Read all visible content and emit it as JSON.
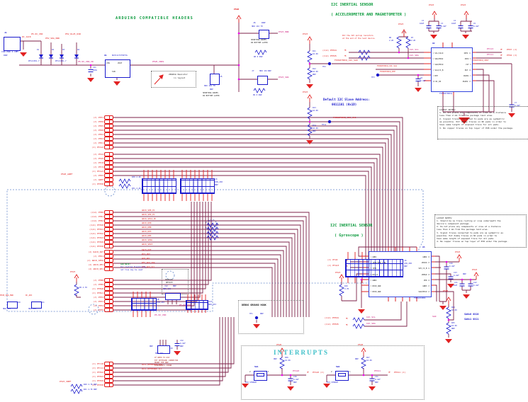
{
  "titles": {
    "arduino": "ARDUINO COMPATIBLE HEADERS",
    "accel_title": "I2C INERTIAL SENSOR",
    "accel_sub": "( ACCELEROMETER AND MAGNETOMETER )",
    "gyro_title": "I2C INERTIAL SENSOR",
    "gyro_sub": "( Gyroscope )",
    "interrupts": "INTERRUPTS",
    "debug": "DEBUG GROUND HOOK"
  },
  "power": {
    "jack_ref": "J1",
    "jack_value": "CON PWR 2.1MM",
    "jack_dnp": "DNP",
    "net_dc_jack": "DC_JACK",
    "diode_value": "DFLS130L-7",
    "diode_refs": [
      "D1",
      "D2",
      "D3",
      "D4"
    ],
    "rail_nets": [
      "P5-9V_VIN",
      "P5V_SDA_PWR",
      "P5V_KL25_USB"
    ],
    "net_vr": "P5-9V_VIN_VR",
    "cap_ref": "C41",
    "cap_val": "100n",
    "reg_ref": "U1",
    "reg_val": "NCP1117ST50T3G",
    "reg_vin": "VIN",
    "reg_vout": "VOUT",
    "reg_tab": "TAB",
    "net_5v": "P5V0_VDDS",
    "p5v0": "P5V0",
    "res_note": [
      "20mOhm Resistor",
      "in layout"
    ]
  },
  "jumpers": {
    "j5": {
      "ref": "J5",
      "val": "HDR 1X2 TH",
      "dnp": "DNP",
      "note": [
        "SHORTING WIRES",
        "IN BOTTOM LAYER"
      ]
    },
    "j6": {
      "ref": "J6",
      "val": "HDR 1X2 TH",
      "dnp": "DNP",
      "net": "P3V3_HDR",
      "res": "R8  0  DNP",
      "note": [
        "SHORTING WIRES",
        "IN BOTTOM LAYER"
      ]
    },
    "j7": {
      "ref": "J7",
      "val": "HDR 1X2",
      "dnp": "DNP",
      "net": "P3V3_SDA",
      "res": "R9  0  DNP"
    }
  },
  "sa_pull": {
    "p3v3": "P3V3",
    "tp2": "TP2",
    "tp11": "TP11",
    "net_sa0": "FXOS8700CQ_I2C_SA0",
    "net_sa1": "FXOS8700CQ_I2C_SA1",
    "c1": {
      "r_top": "R11",
      "v_top": "10.0K",
      "r_bot": "R12",
      "v_bot": "10.0K",
      "dnp": "DNP"
    },
    "c2": {
      "r_top": "R13",
      "v_top": "10.0K",
      "r_bot": "R14",
      "v_bot": "10.0K",
      "dnp": "DNP"
    }
  },
  "accel": {
    "pullup_note": [
      "Put the I2C pullup resistors",
      "at the end of the last device."
    ],
    "p3v3": "P3V3",
    "r6": "R6",
    "r6v": "2.2K",
    "r7": "R7",
    "r7v": "2.2K",
    "sig_scl": "(J/A) PTE24",
    "sig_sda": "(J/A) PTE25",
    "net_scl": "I2C_SCL",
    "net_sda": "I2C_SDA",
    "net_byp": "FXOS8700CQ_BYP",
    "tp3": "TP3",
    "c6": "C6",
    "c6v": "0.1UF",
    "caps": [
      {
        "r": "C2",
        "v": "10UF"
      },
      {
        "r": "C3",
        "v": "0.1UF"
      },
      {
        "r": "C4",
        "v": "10UF"
      },
      {
        "r": "C5",
        "v": "0.1UF"
      }
    ],
    "chip": {
      "ref": "U2",
      "name": "FXOS8700CQ",
      "left": [
        {
          "n": "4",
          "p": "SCL/SCLK"
        },
        {
          "n": "6",
          "p": "SDA/MOSI"
        },
        {
          "n": "7",
          "p": "SA0/MISO"
        },
        {
          "n": "1",
          "p": "SA1/CS_B"
        },
        {
          "n": "2",
          "p": "BYP"
        },
        {
          "n": "18",
          "p": "NC_IN"
        }
      ],
      "right": [
        {
          "n": "11",
          "p": "INT1"
        },
        {
          "n": "9",
          "p": "INT2"
        },
        {
          "n": "8",
          "p": "CST"
        },
        {
          "n": "16",
          "p": "RST"
        },
        {
          "n": "3",
          "p": "RSVD1"
        },
        {
          "n": "13",
          "p": "RSVD2"
        }
      ]
    },
    "net_int1": "PTC13",
    "lbl_int1": "PTD7 (J)",
    "net_int2": "PTC11",
    "lbl_int2": "PTD4 (J)",
    "net_rst": "FXOS8700CQ_CRST",
    "c7": "C7",
    "c7v": "0.1UF",
    "addr": [
      "Default I2C Slave Address:",
      "0011101 (0x1D)"
    ],
    "notes": [
      "LAYOUT NOTES:",
      "1. Do not place any components or vias at a distance",
      "   less than 2 mm from the package land area.",
      "2. Signal traces connected to pads are as symmetric",
      "   as possible. Put dummy traces on NC pads in order to",
      "   have same length of exposed trace for all pads.",
      "3. No copper traces on top layer of PCB under the package."
    ]
  },
  "gyro": {
    "chip": {
      "ref": "U3",
      "name": "FXAS21002",
      "left": [
        {
          "n": "1",
          "p": "GND1"
        },
        {
          "n": "2",
          "p": "INT2/PWR_CTRL"
        },
        {
          "n": "3",
          "p": "INT1"
        },
        {
          "n": "4",
          "p": "RST_B"
        },
        {
          "n": "5",
          "p": "GND2"
        },
        {
          "n": "6",
          "p": "RSVD_GND"
        },
        {
          "n": "7",
          "p": "RSVD_GND"
        }
      ],
      "right": [
        {
          "n": "16",
          "p": "GND4"
        },
        {
          "n": "15",
          "p": "VDDIO"
        },
        {
          "n": "14",
          "p": "SPI_CS_B"
        },
        {
          "n": "18",
          "p": "VREGD"
        },
        {
          "n": "19",
          "p": "VDD"
        },
        {
          "n": "13",
          "p": "GND3"
        },
        {
          "n": "12",
          "p": "SA0/MISO"
        }
      ]
    },
    "sig_int2": "(J) PTA5",
    "sig_int1": "(J) PTA13",
    "p3v3": "P3V3",
    "p5v0": "P5V0",
    "r16": "R16",
    "r16v": "4.7K",
    "c20": "C20",
    "c20v": "0.1UF",
    "c23": "C23",
    "c23v": "0.1UF",
    "c23dnp": "DNP",
    "c21": "C21",
    "c21v": "10UF",
    "c22": "C22",
    "c22v": "0.1UF",
    "sig_scl": "(J/A) PTE24",
    "sig_sda": "(J/A) PTE25",
    "net_scl": "I2C_SCL",
    "net_sda": "I2C_SDA",
    "net_sa0": "SA0",
    "r24": "R24",
    "r24v": "10.0K",
    "r25": "R25",
    "r25v": "10.0K",
    "r25dnp": "DNP",
    "addr": [
      "SA0=0   0X20",
      "SA0=1   0X21"
    ],
    "notes": [
      "LAYOUT NOTES:",
      "1. Should be no trace routing or vias underneath the",
      "   device's component package.",
      "2. Do not place any components or vias at a distance",
      "   less than 2 mm from the package land area.",
      "3. Signal traces connected to pads are as symmetric as",
      "   possible. Put dummy traces on NC pads in order to",
      "   have same length of exposed trace for all pads.",
      "4. No copper traces on top layer of PCB under the package."
    ]
  },
  "interrupts": {
    "sw1": {
      "ref": "SW1",
      "val": "EVQ_STNDGM",
      "p5v0": "P5V0",
      "rref": "R26",
      "rval": "10.0K",
      "rdnp": "DNP",
      "cref": "C30",
      "cval": "0.1UF",
      "cdnp": "DNP",
      "net": "PTA10",
      "lbl": "PTA10 (J)",
      "p1": "1",
      "p2": "2"
    },
    "sw2": {
      "ref": "SW2",
      "val": "EVQ_STNDGM",
      "p5v0": "P5V0",
      "rref": "R27",
      "rval": "10.0K",
      "rdnp": "DNP",
      "cref": "C31",
      "cval": "0.1UF",
      "cdnp": "DNP",
      "net": "PTD11",
      "lbl": "PTD11 (J)",
      "p1": "1",
      "p2": "2"
    }
  },
  "debug": {
    "tp": "TP1",
    "dnp": "DNP"
  },
  "harness": {
    "groupA": [
      "(J) PTE1",
      "(J) PTE0",
      "(J) PTD5",
      "(J) PTD0",
      "(J) PTD2",
      "(J) PTD3",
      "(J) PTD1",
      "(J) PTA12"
    ],
    "groupB": [
      "(J) PTA4",
      "(J) PTA5",
      "(J) PTC8",
      "(J) PTC9",
      "(J) PTA13",
      "(J) PTD5"
    ],
    "groupAref": [
      "(J) AREF",
      "(J) PTE30"
    ],
    "aref_net": "P5V0_AREF",
    "r30": "R30 2.2K",
    "r31": "R31 2.2K",
    "groupC": [
      "(J/A) PTB0",
      "(J/A) PTB1",
      "(J/A) PTB2"
    ],
    "netsC": [
      "ADC0_SE8_PC",
      "ADC0_SE9_PC",
      "ADC0_SE12_PC"
    ],
    "groupD": [
      "(J/A) PTE20",
      "(J/A) PTE21",
      "(J/A) PTE22",
      "(J/A) PTE23",
      "(J/A) PTE29",
      "(J/A) PTE30"
    ],
    "netsD": [
      "ADC0_DP0",
      "ADC0_DM0",
      "ADC0_DP3",
      "ADC0_DM3",
      "ADC0_SE4b",
      "ADC0_SE23"
    ],
    "resD": [
      "R1 0",
      "R2 0",
      "R3 0",
      "R4 0"
    ],
    "groupE": [
      "(J) DAC0_OUT",
      "(J) PTD1",
      "(J) ADC0_SE5b",
      "(J) ADC0_DM1",
      "(J) ADC0_DP1"
    ],
    "netsE": [
      "DAC0_OUT",
      "RST_OUT",
      "AUX_ADC",
      "KEY_AUX_SDA",
      "KEY_AUX_SCL"
    ],
    "groupF": [
      "(J) PTB8",
      "(J) PTB9",
      "(J) PTB10",
      "(J) PTB11",
      "(J) PTE2",
      "(J) PTE3",
      "(J) PTE4",
      "(J) PTE5"
    ],
    "f_p3v3": "P3V3",
    "f_res": "R5 4.7K",
    "groupG": [
      "(J) PTC10",
      "(J) PTC11",
      "(J) PTE22",
      "(J) PTE23",
      "(J) PTE29",
      "(J) PTE30"
    ],
    "netsG": [
      "ACCL_KEYBOARD_SDA",
      "ACCL_KEYBOARD_SCL"
    ],
    "cad_note": [
      "CAD NOTE:",
      "for routing flexibility",
      "net ties may be used"
    ]
  },
  "headers": {
    "j3": {
      "ref": "J3",
      "val": "CON_2X8",
      "dnp": "DNP"
    },
    "j4": {
      "ref": "J4",
      "val": "CON_2X8",
      "dnp": "DNP"
    },
    "j8": {
      "ref": "J8",
      "val": "CON_2X5",
      "net": "P5-9V_VIN"
    },
    "j13": {
      "ref": "J13",
      "val": "HDR_2X3"
    },
    "j9": {
      "ref": "J9",
      "val": "HDR 1X3",
      "dnp": "DNP",
      "note": [
        "IF NEED TO USE",
        "EXT KEYBOARD CONNECTOR",
        "MOUNT THE DNP",
        "COMPONENTS SHOWN"
      ],
      "c32": "C32",
      "c32v": "0.1UF",
      "c32dnp": "DNP"
    },
    "j12": {
      "ref": "J12",
      "val": "HDR_1X3",
      "dnp": "DNP",
      "note": [
        "TRIM TO",
        "DETACH"
      ],
      "net": "P5-9V_VIN"
    },
    "j10": {
      "ref": "J10",
      "val": "HDR 1X2",
      "net": "P5V0_SDA_PWR"
    },
    "j11": {
      "ref": "J11",
      "val": "HDR 1X2",
      "net": "DC_ADC"
    },
    "vref": {
      "net": "P3V3_VREF",
      "r40": "R40 4.7K DNP",
      "r41": "R41 4.7K DNP"
    }
  }
}
